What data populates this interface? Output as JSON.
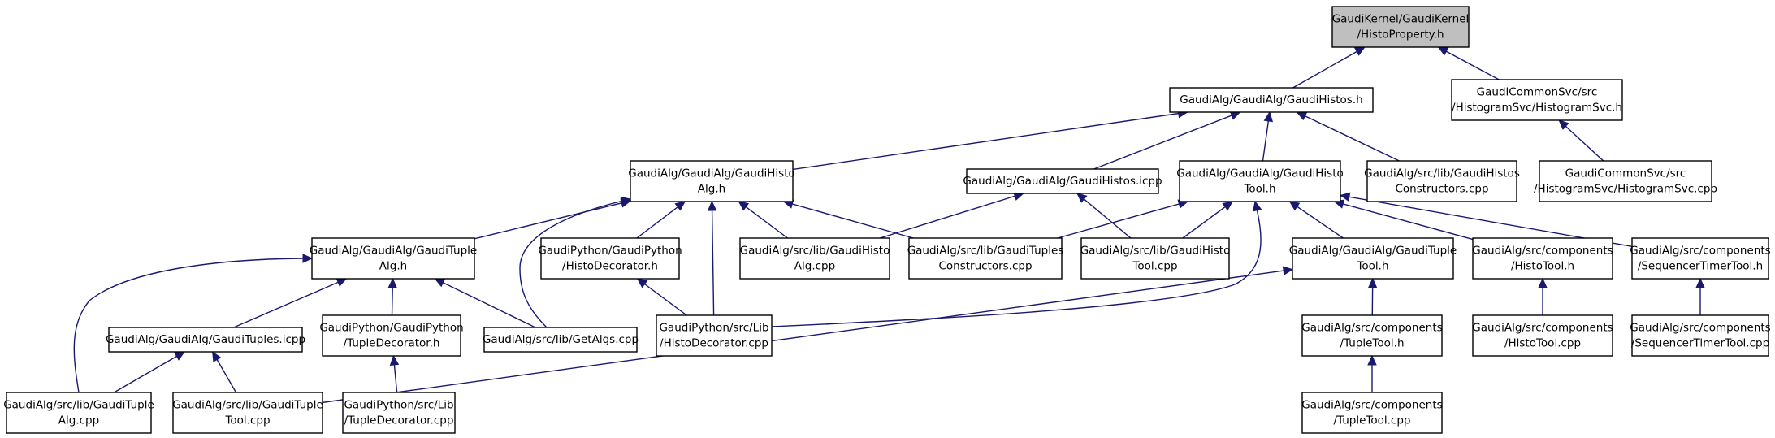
{
  "diagram": {
    "nodes": [
      {
        "id": "root",
        "lines": [
          "GaudiKernel/GaudiKernel",
          "/HistoProperty.h"
        ]
      },
      {
        "id": "gaudihistos_h",
        "lines": [
          "GaudiAlg/GaudiAlg/GaudiHistos.h"
        ]
      },
      {
        "id": "histsvc_h",
        "lines": [
          "GaudiCommonSvc/src",
          "/HistogramSvc/HistogramSvc.h"
        ]
      },
      {
        "id": "gaudihistoalg_h",
        "lines": [
          "GaudiAlg/GaudiAlg/GaudiHisto",
          "Alg.h"
        ]
      },
      {
        "id": "gaudihistos_icpp",
        "lines": [
          "GaudiAlg/GaudiAlg/GaudiHistos.icpp"
        ]
      },
      {
        "id": "gaudihistotool_h",
        "lines": [
          "GaudiAlg/GaudiAlg/GaudiHisto",
          "Tool.h"
        ]
      },
      {
        "id": "histosconstructors_cpp",
        "lines": [
          "GaudiAlg/src/lib/GaudiHistos",
          "Constructors.cpp"
        ]
      },
      {
        "id": "histsvc_cpp",
        "lines": [
          "GaudiCommonSvc/src",
          "/HistogramSvc/HistogramSvc.cpp"
        ]
      },
      {
        "id": "gaudituplealg_h",
        "lines": [
          "GaudiAlg/GaudiAlg/GaudiTuple",
          "Alg.h"
        ]
      },
      {
        "id": "histodecorator_h",
        "lines": [
          "GaudiPython/GaudiPython",
          "/HistoDecorator.h"
        ]
      },
      {
        "id": "gaudihistoalg_cpp",
        "lines": [
          "GaudiAlg/src/lib/GaudiHisto",
          "Alg.cpp"
        ]
      },
      {
        "id": "tuplesconstructors_cpp",
        "lines": [
          "GaudiAlg/src/lib/GaudiTuples",
          "Constructors.cpp"
        ]
      },
      {
        "id": "gaudihistotool_cpp",
        "lines": [
          "GaudiAlg/src/lib/GaudiHisto",
          "Tool.cpp"
        ]
      },
      {
        "id": "gauditupletool_h",
        "lines": [
          "GaudiAlg/GaudiAlg/GaudiTuple",
          "Tool.h"
        ]
      },
      {
        "id": "comp_histotool_h",
        "lines": [
          "GaudiAlg/src/components",
          "/HistoTool.h"
        ]
      },
      {
        "id": "comp_seqtimer_h",
        "lines": [
          "GaudiAlg/src/components",
          "/SequencerTimerTool.h"
        ]
      },
      {
        "id": "gauditubles_icpp",
        "lines": [
          "GaudiAlg/GaudiAlg/GaudiTuples.icpp"
        ]
      },
      {
        "id": "tupledecorator_h",
        "lines": [
          "GaudiPython/GaudiPython",
          "/TupleDecorator.h"
        ]
      },
      {
        "id": "getalgs_cpp",
        "lines": [
          "GaudiAlg/src/lib/GetAlgs.cpp"
        ]
      },
      {
        "id": "py_histodecorator_cpp",
        "lines": [
          "GaudiPython/src/Lib",
          "/HistoDecorator.cpp"
        ]
      },
      {
        "id": "comp_tupletool_h",
        "lines": [
          "GaudiAlg/src/components",
          "/TupleTool.h"
        ]
      },
      {
        "id": "comp_histotool_cpp",
        "lines": [
          "GaudiAlg/src/components",
          "/HistoTool.cpp"
        ]
      },
      {
        "id": "comp_seqtimer_cpp",
        "lines": [
          "GaudiAlg/src/components",
          "/SequencerTimerTool.cpp"
        ]
      },
      {
        "id": "gaudituplealg_cpp",
        "lines": [
          "GaudiAlg/src/lib/GaudiTuple",
          "Alg.cpp"
        ]
      },
      {
        "id": "gauditupletool_cpp",
        "lines": [
          "GaudiAlg/src/lib/GaudiTuple",
          "Tool.cpp"
        ]
      },
      {
        "id": "py_tupledecorator_cpp",
        "lines": [
          "GaudiPython/src/Lib",
          "/TupleDecorator.cpp"
        ]
      },
      {
        "id": "comp_tupletool_cpp",
        "lines": [
          "GaudiAlg/src/components",
          "/TupleTool.cpp"
        ]
      }
    ],
    "edges": [
      {
        "from": "gaudihistos_h",
        "to": "root"
      },
      {
        "from": "histsvc_h",
        "to": "root"
      },
      {
        "from": "gaudihistoalg_h",
        "to": "gaudihistos_h"
      },
      {
        "from": "gaudihistos_icpp",
        "to": "gaudihistos_h"
      },
      {
        "from": "gaudihistotool_h",
        "to": "gaudihistos_h"
      },
      {
        "from": "histosconstructors_cpp",
        "to": "gaudihistos_h"
      },
      {
        "from": "histsvc_cpp",
        "to": "histsvc_h"
      },
      {
        "from": "gaudituplealg_h",
        "to": "gaudihistoalg_h"
      },
      {
        "from": "histodecorator_h",
        "to": "gaudihistoalg_h"
      },
      {
        "from": "gaudihistoalg_cpp",
        "to": "gaudihistoalg_h"
      },
      {
        "from": "tuplesconstructors_cpp",
        "to": "gaudihistoalg_h"
      },
      {
        "from": "getalgs_cpp",
        "to": "gaudihistoalg_h"
      },
      {
        "from": "py_histodecorator_cpp",
        "to": "gaudihistoalg_h"
      },
      {
        "from": "gaudihistoalg_cpp",
        "to": "gaudihistos_icpp"
      },
      {
        "from": "gaudihistotool_cpp",
        "to": "gaudihistos_icpp"
      },
      {
        "from": "tuplesconstructors_cpp",
        "to": "gaudihistotool_h"
      },
      {
        "from": "gaudihistotool_cpp",
        "to": "gaudihistotool_h"
      },
      {
        "from": "gauditupletool_h",
        "to": "gaudihistotool_h"
      },
      {
        "from": "comp_histotool_h",
        "to": "gaudihistotool_h"
      },
      {
        "from": "comp_seqtimer_h",
        "to": "gaudihistotool_h"
      },
      {
        "from": "py_histodecorator_cpp",
        "to": "gaudihistotool_h"
      },
      {
        "from": "gauditubles_icpp",
        "to": "gaudituplealg_h"
      },
      {
        "from": "tupledecorator_h",
        "to": "gaudituplealg_h"
      },
      {
        "from": "getalgs_cpp",
        "to": "gaudituplealg_h"
      },
      {
        "from": "gaudituplealg_cpp",
        "to": "gaudituplealg_h"
      },
      {
        "from": "py_histodecorator_cpp",
        "to": "histodecorator_h"
      },
      {
        "from": "comp_tupletool_h",
        "to": "gauditupletool_h"
      },
      {
        "from": "gauditupletool_cpp",
        "to": "gauditupletool_h"
      },
      {
        "from": "comp_histotool_cpp",
        "to": "comp_histotool_h"
      },
      {
        "from": "comp_seqtimer_cpp",
        "to": "comp_seqtimer_h"
      },
      {
        "from": "gaudituplealg_cpp",
        "to": "gauditubles_icpp"
      },
      {
        "from": "gauditupletool_cpp",
        "to": "gauditubles_icpp"
      },
      {
        "from": "py_tupledecorator_cpp",
        "to": "tupledecorator_h"
      },
      {
        "from": "comp_tupletool_cpp",
        "to": "comp_tupletool_h"
      }
    ]
  }
}
